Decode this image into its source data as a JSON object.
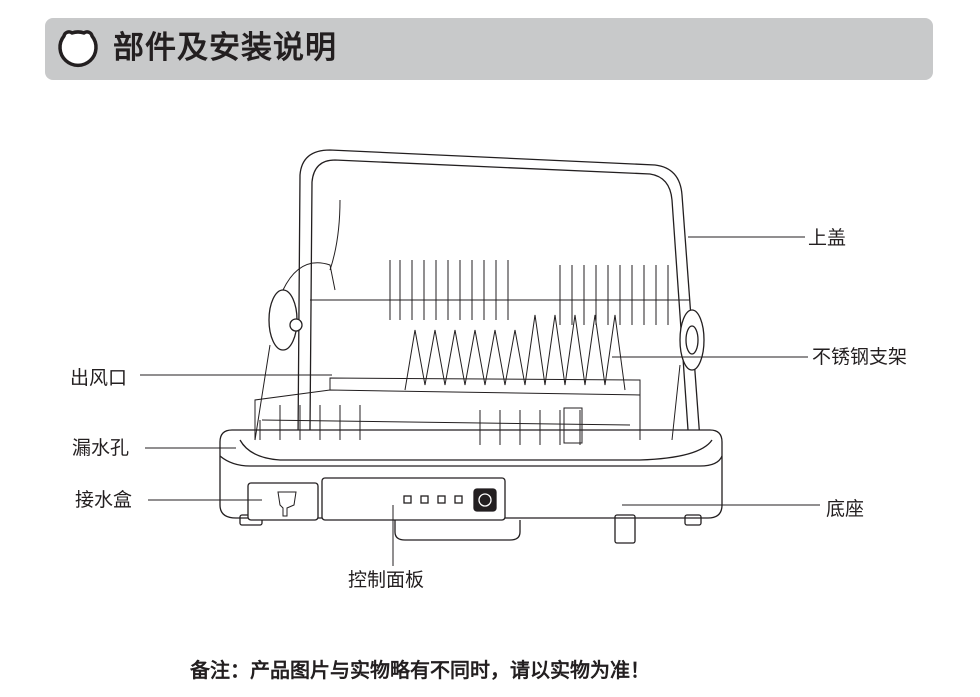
{
  "header": {
    "title": "部件及安装说明",
    "icon": "bear-head-icon"
  },
  "parts": {
    "top_cover": "上盖",
    "stainless_rack": "不锈钢支架",
    "air_outlet": "出风口",
    "drain_hole": "漏水孔",
    "drip_tray": "接水盒",
    "base": "底座",
    "control_panel": "控制面板"
  },
  "note": "备注：产品图片与实物略有不同时，请以实物为准！"
}
